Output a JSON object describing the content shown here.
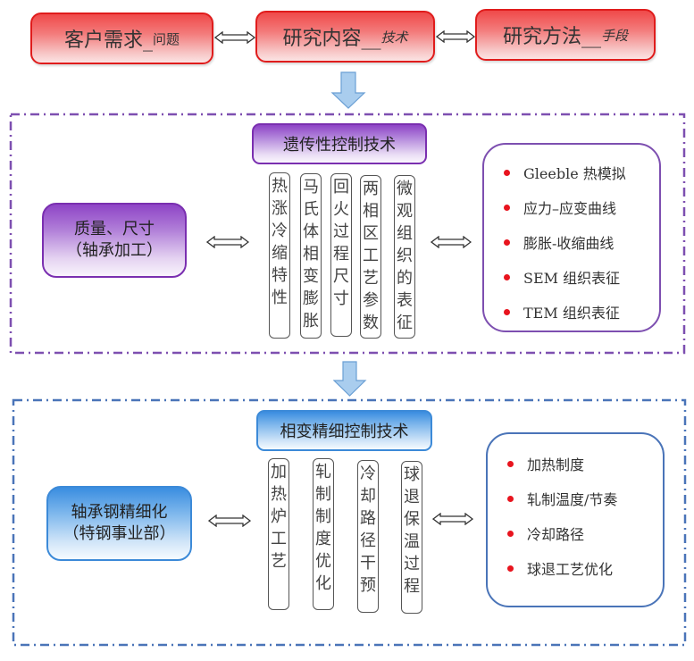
{
  "top_row": {
    "boxes": [
      {
        "main": "客户需求_",
        "sub": "问题",
        "sub_italic": false
      },
      {
        "main": "研究内容__",
        "sub": "技术",
        "sub_italic": true
      },
      {
        "main": "研究方法__",
        "sub": "手段",
        "sub_italic": true
      }
    ]
  },
  "section_genetic": {
    "frame_color": "#7d4fb0",
    "left_box": {
      "line1": "质量、尺寸",
      "line2": "（轴承加工）"
    },
    "header": "遗传性控制技术",
    "columns": [
      [
        "热",
        "涨",
        "冷",
        "缩",
        "特",
        "性"
      ],
      [
        "马",
        "氏",
        "体",
        "相",
        "变",
        "膨",
        "胀"
      ],
      [
        "回",
        "火",
        "过",
        "程",
        "尺",
        "寸"
      ],
      [
        "两",
        "相",
        "区",
        "工",
        "艺",
        "参",
        "数"
      ],
      [
        "微",
        "观",
        "组",
        "织",
        "的",
        "表",
        "征"
      ]
    ],
    "methods": [
      "Gleeble 热模拟",
      "应力–应变曲线",
      "膨胀-收缩曲线",
      "SEM 组织表征",
      "TEM 组织表征"
    ]
  },
  "section_phase": {
    "frame_color": "#4a74b8",
    "left_box": {
      "line1": "轴承钢精细化",
      "line2": "（特钢事业部）"
    },
    "header": "相变精细控制技术",
    "columns": [
      [
        "加",
        "热",
        "炉",
        "工",
        "艺"
      ],
      [
        "轧",
        "制",
        "制",
        "度",
        "优",
        "化"
      ],
      [
        "冷",
        "却",
        "路",
        "径",
        "干",
        "预"
      ],
      [
        "球",
        "退",
        "保",
        "温",
        "过",
        "程"
      ]
    ],
    "methods": [
      "加热制度",
      "轧制温度/节奏",
      "冷却路径",
      "球退工艺优化"
    ]
  },
  "colors": {
    "top_box_border": "#e01c1c",
    "purple_accent": "#8e44c6",
    "blue_accent": "#3a8de0",
    "bullet": "#e8141e",
    "flow_arrow": "#a9cdee"
  }
}
